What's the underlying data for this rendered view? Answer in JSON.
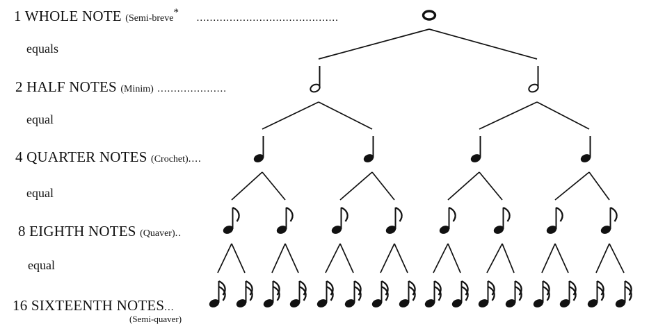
{
  "rows": [
    {
      "number": "1",
      "name": "WHOLE NOTE",
      "alt": "(Semi-breve",
      "asterisk": "*",
      "leader": "..........................................."
    },
    {
      "number": "2",
      "name": "HALF NOTES",
      "alt": "(Minim)",
      "leader": "....................."
    },
    {
      "number": "4",
      "name": "QUARTER NOTES",
      "alt": "(Crochet)",
      "leader": "...."
    },
    {
      "number": "8",
      "name": "EIGHTH NOTES",
      "alt": "(Quaver)",
      "leader": ".."
    },
    {
      "number": "16",
      "name": "SIXTEENTH NOTES",
      "alt": "(Semi-quaver)",
      "leader": "..."
    }
  ],
  "connectors": [
    "equals",
    "equal",
    "equal",
    "equal"
  ],
  "note_counts": [
    1,
    2,
    4,
    8,
    16
  ],
  "note_types": [
    "whole",
    "half",
    "quarter",
    "eighth",
    "sixteenth"
  ]
}
